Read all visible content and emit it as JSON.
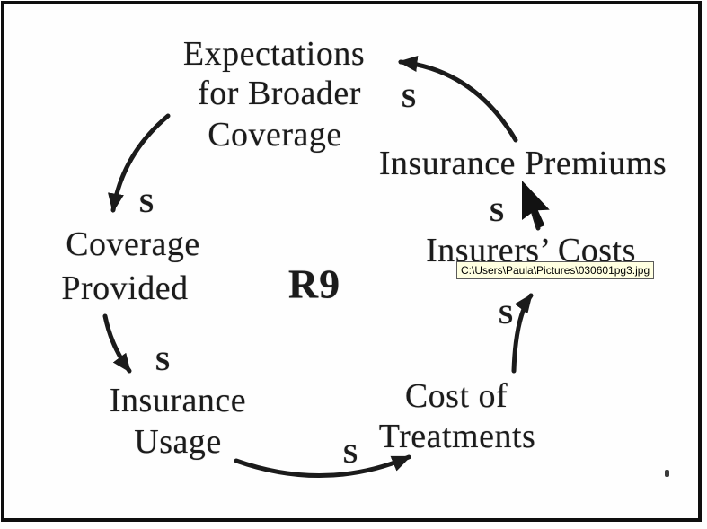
{
  "viewer": {
    "tooltip_text": "C:\\Users\\Paula\\Pictures\\030601pg3.jpg"
  },
  "diagram": {
    "loop_label": "R9",
    "nodes": [
      {
        "id": "expectations-for-broader-coverage",
        "lines": [
          "Expectations",
          "for Broader",
          "Coverage"
        ]
      },
      {
        "id": "coverage-provided",
        "lines": [
          "Coverage",
          "Provided"
        ]
      },
      {
        "id": "insurance-usage",
        "lines": [
          "Insurance",
          "Usage"
        ]
      },
      {
        "id": "cost-of-treatments",
        "lines": [
          "Cost of",
          "Treatments"
        ]
      },
      {
        "id": "insurers-costs",
        "lines": [
          "Insurers’ Costs"
        ]
      },
      {
        "id": "insurance-premiums",
        "lines": [
          "Insurance Premiums"
        ]
      }
    ],
    "edges": [
      {
        "from": "Expectations for Broader Coverage",
        "to": "Coverage Provided",
        "polarity": "S"
      },
      {
        "from": "Coverage Provided",
        "to": "Insurance Usage",
        "polarity": "S"
      },
      {
        "from": "Insurance Usage",
        "to": "Cost of Treatments",
        "polarity": "S"
      },
      {
        "from": "Cost of Treatments",
        "to": "Insurers’ Costs",
        "polarity": "S"
      },
      {
        "from": "Insurers’ Costs",
        "to": "Insurance Premiums",
        "polarity": "S"
      },
      {
        "from": "Insurance Premiums",
        "to": "Expectations for Broader Coverage",
        "polarity": "S"
      }
    ],
    "colors": {
      "ink": "#1b1b1b",
      "tooltip_bg": "#ffffe1",
      "tooltip_border": "#5a5a5a"
    }
  }
}
